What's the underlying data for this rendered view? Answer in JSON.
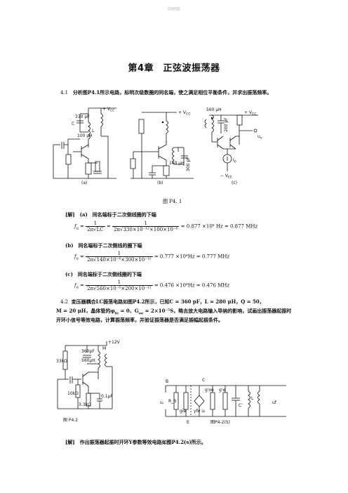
{
  "watermark": "印刷版",
  "chapter_title": "第4章　正弦波振荡器",
  "q41": {
    "num": "4.1",
    "text": "分析图P4.1所示电路，标明次级数圈的同名端，使之满足相位平衡条件，并求出振荡频率。"
  },
  "fig1": {
    "a": {
      "label": "(a)",
      "vcc": "+ V",
      "vcc_sub": "CC",
      "cap": "330 pF",
      "ind": "100 μH",
      "c": "C",
      "l": "L"
    },
    "b": {
      "label": "(b)",
      "vcc": "+ V",
      "vcc_sub": "CC",
      "ind": "140 μH",
      "cap": "300 pF"
    },
    "c": {
      "label": "(c)",
      "vcc": "+ V",
      "vcc_sub": "CC",
      "ind": "560 μH",
      "cap": "200 pF",
      "uo": "u",
      "uo_sub": "o",
      "i0": "I",
      "i0_sub": "0",
      "vee": "− V",
      "vee_sub": "EE"
    },
    "caption": "图 P4. 1"
  },
  "sol1": {
    "a_head": "[解]　(a)　同名端标于二次侧线圈的下端",
    "a_lhs": "f",
    "a_sub": "0",
    "a_f1_num": "1",
    "a_f1_den": "2π√LC",
    "a_f2_num": "1",
    "a_f2_den": "2π√330×10⁻¹²×100×10⁻⁶",
    "a_result": "= 0.877 ×10⁶ Hz = 0.877 MHz",
    "b_head": "(b)　同名端标于二次侧线的圈下端",
    "b_den": "2π√140×10⁻⁶×300×10⁻¹²",
    "b_result": "= 0.777 ×10⁶Hz = 0.777 MHz",
    "c_head": "(c)　同名端标于二次侧线圈的下端",
    "c_den": "2π√560×10⁻⁶×200×10⁻¹²",
    "c_result": "= 0.476 ×10⁶Hz = 0.476 MHz",
    "one": "1"
  },
  "q42": {
    "num": "4.2",
    "line1": "变压器耦合LC振荡电路如图P4.2所示，已知C = 360 pF，L = 280 μH，Q = 50，",
    "line2": "M = 20 μH，晶体管的φ",
    "line2_sub": "fe",
    "line2b": " = 0、G",
    "line2b_sub": "oe",
    "line2c": " = 2×10⁻⁵S，略去放大电路输入导纳的影响，试画出振荡器起振时",
    "line3": "开环小信号等效电路，计算振荡频率，并验证振荡器是否满足振幅起振条件。"
  },
  "fig2": {
    "caption": "图 P4.2",
    "vcc": "+12V",
    "r1": "33kΩ",
    "c": "360pF",
    "l": "560μH",
    "r2": "10kΩ",
    "r3": "3.3kΩ",
    "ce": "0.1μF",
    "m": "M",
    "eq_labels": {
      "b": "B",
      "c": "C",
      "e": "E",
      "ui": "u̇ᵢ",
      "uf": "u̇f",
      "rb": "R_B",
      "gie": "gie",
      "yfe": "yfe u̇ᵢ",
      "goe": "g'oe",
      "ge": "g'e",
      "cp": "C'",
      "l": "L",
      "caption": "图P4-2(S)"
    }
  },
  "sol2": {
    "text": "[解]　作出振荡器起振时开环Y参数等效电路如图P4.2(s)所示。"
  }
}
